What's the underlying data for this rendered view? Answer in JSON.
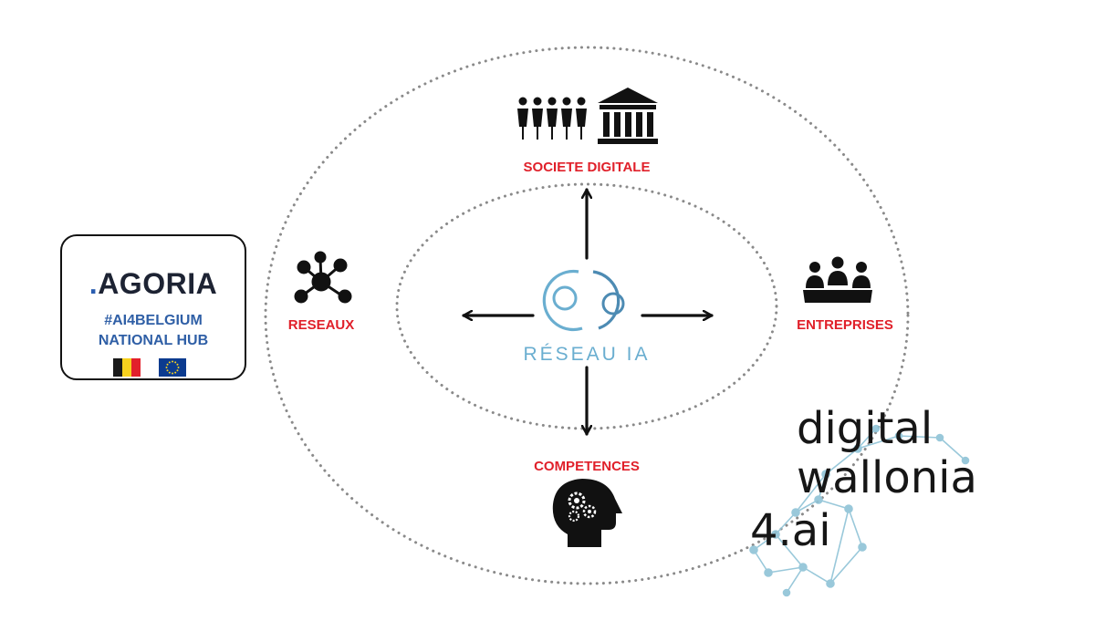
{
  "diagram": {
    "center_logo_text": "RÉSEAU IA",
    "nodes": {
      "top": "SOCIETE DIGITALE",
      "left": "RESEAUX",
      "right": "ENTREPRISES",
      "bottom": "COMPETENCES"
    },
    "icons": {
      "top": [
        "people-group-icon",
        "institution-building-icon"
      ],
      "left": "network-hub-icon",
      "right": "meeting-table-icon",
      "bottom": "head-gears-icon"
    },
    "colors": {
      "label": "#e0202a",
      "logo": "#6aaed0",
      "agoria_blue": "#2f5fa6"
    }
  },
  "agoria": {
    "brand": ".AGORIA",
    "hashtag": "#AI4BELGIUM",
    "hub": "NATIONAL HUB"
  },
  "digital_wallonia": {
    "line1": "digital",
    "line2": "wallonia",
    "line3": "4.ai"
  }
}
